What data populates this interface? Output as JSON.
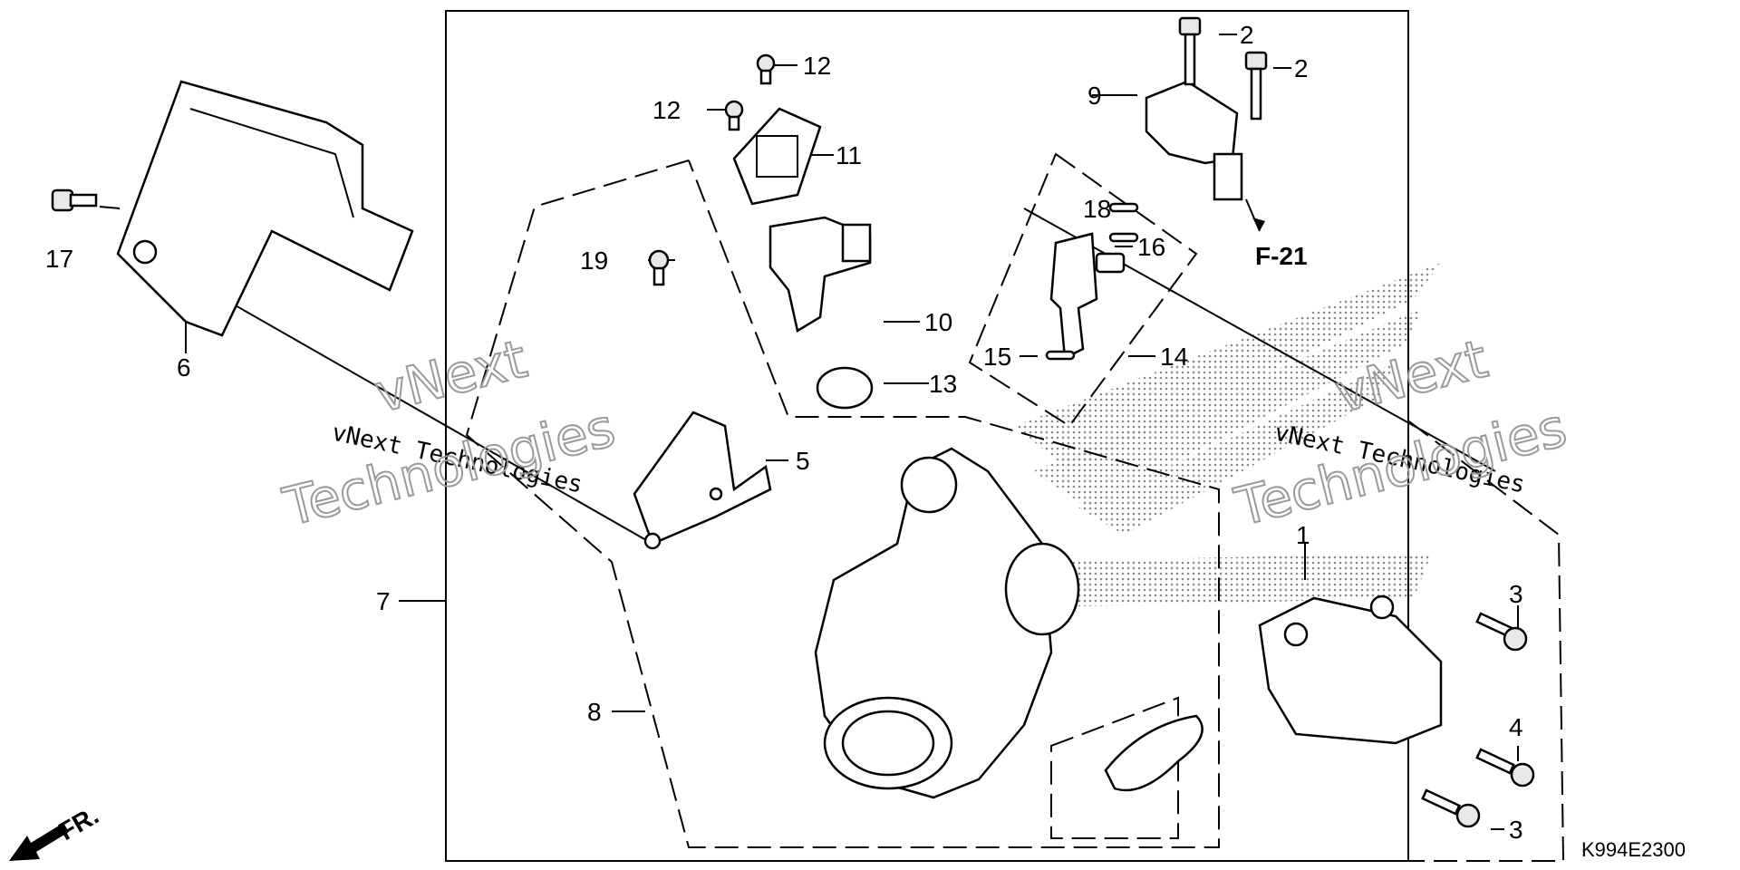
{
  "callouts": {
    "c1": "1",
    "c2a": "2",
    "c2b": "2",
    "c3a": "3",
    "c3b": "3",
    "c4": "4",
    "c5": "5",
    "c6": "6",
    "c7": "7",
    "c8": "8",
    "c9": "9",
    "c10": "10",
    "c11": "11",
    "c12a": "12",
    "c12b": "12",
    "c13": "13",
    "c14": "14",
    "c15": "15",
    "c16": "16",
    "c17": "17",
    "c18": "18",
    "c19": "19"
  },
  "reference": "F-21",
  "direction_label": "FR.",
  "diagram_code": "K994E2300",
  "watermark": {
    "line_mono": "vNext Technologies",
    "outline_top": "vNext",
    "outline_bottom": "Technologies"
  },
  "icons": {
    "direction_arrow": "front-direction-arrow-icon"
  }
}
